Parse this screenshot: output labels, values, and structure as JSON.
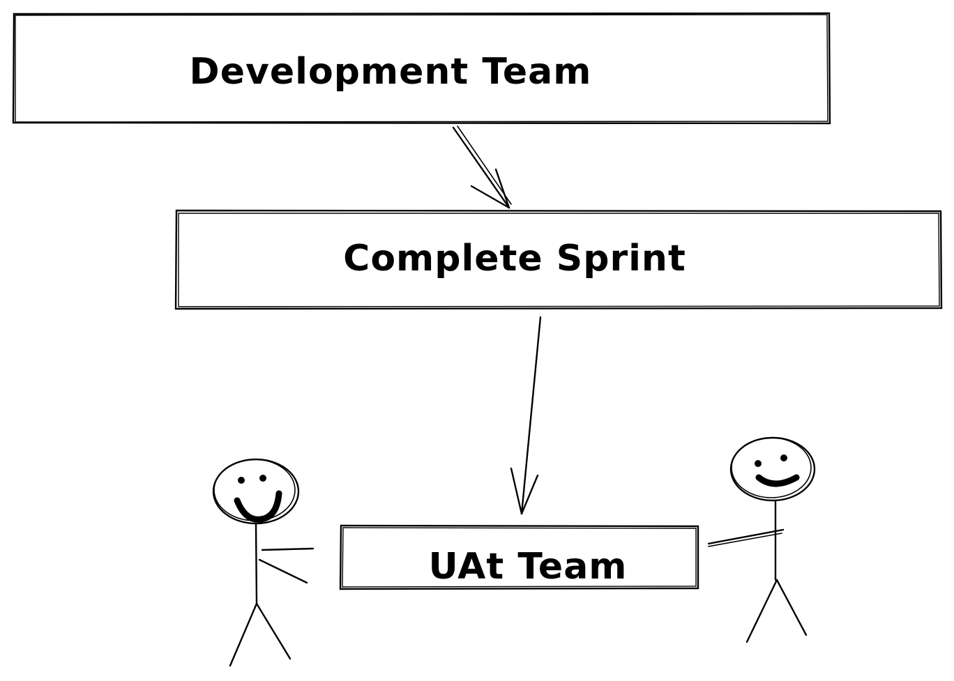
{
  "boxes": {
    "development_team": "Development Team",
    "complete_sprint": "Complete Sprint",
    "uat_team": "UAt Team"
  },
  "style": {
    "ink_color": "#000000",
    "background": "#ffffff"
  },
  "icons": [
    "stick-figure-icon",
    "arrow-down-icon"
  ]
}
